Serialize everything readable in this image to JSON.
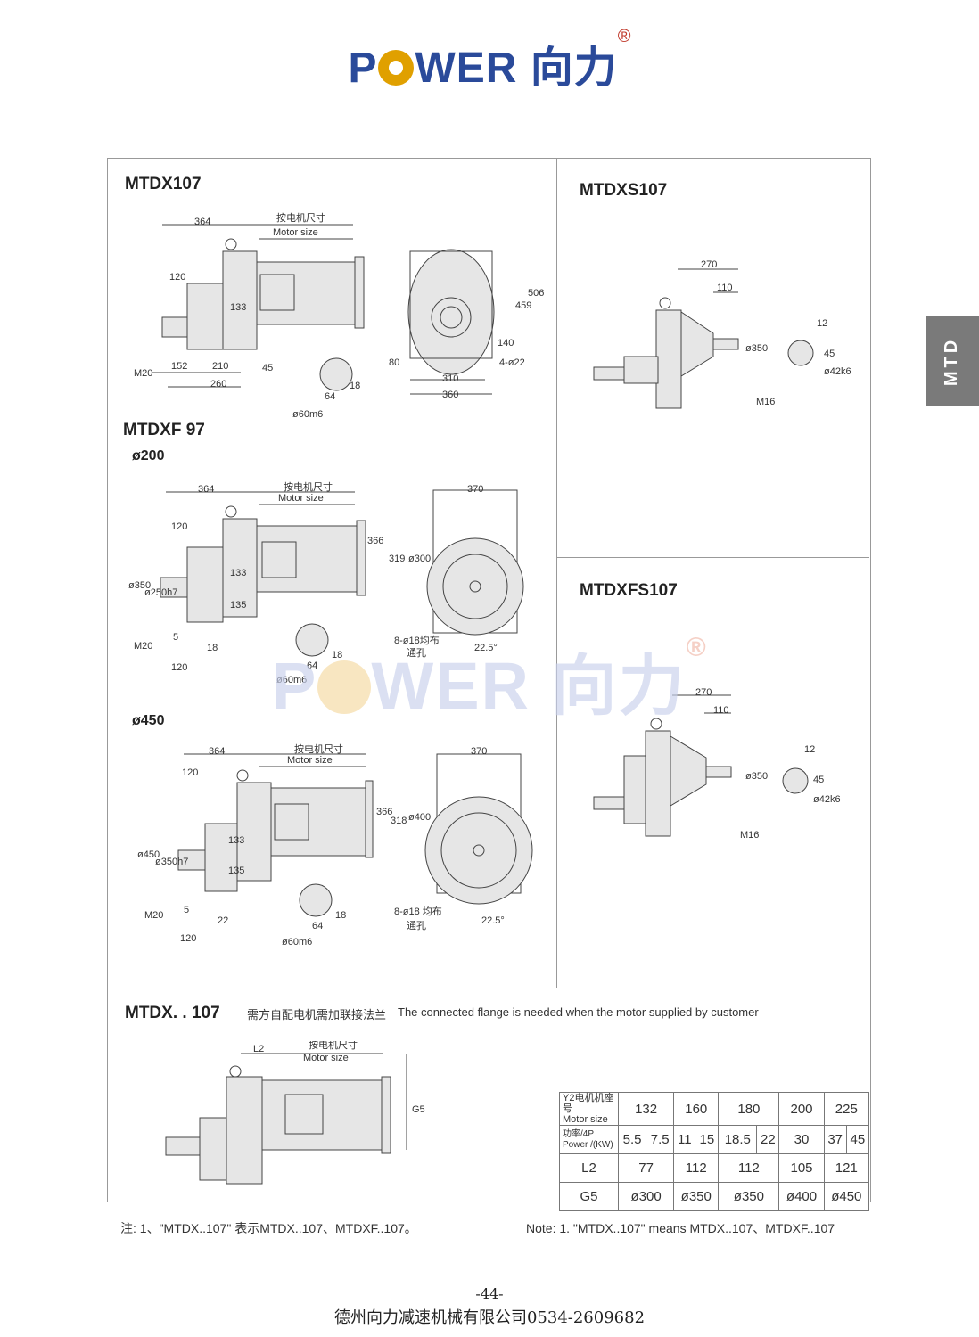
{
  "header": {
    "brand": "POWER",
    "brand_pre": "P",
    "brand_post": "WER",
    "brand_cn": "向力",
    "reg": "®"
  },
  "side_tab": "MTD",
  "sections": {
    "mtdx107": {
      "title": "MTDX107",
      "motor_size_cn": "按电机尺寸",
      "motor_size_en": "Motor size",
      "dims": [
        "364",
        "120",
        "133",
        "M20",
        "152",
        "210",
        "260",
        "45",
        "64",
        "18",
        "ø60m6",
        "80",
        "310",
        "360",
        "459",
        "506",
        "140",
        "4-ø22"
      ]
    },
    "mtdxs107": {
      "title": "MTDXS107",
      "dims": [
        "270",
        "110",
        "12",
        "45",
        "ø350",
        "ø42k6",
        "M16"
      ]
    },
    "mtdxf97": {
      "title": "MTDXF 97",
      "sub200": "ø200",
      "sub450": "ø450",
      "motor_size_cn": "按电机尺寸",
      "motor_size_en": "Motor size",
      "dims200": [
        "364",
        "370",
        "120",
        "133",
        "135",
        "366",
        "319",
        "ø300",
        "ø350",
        "ø250h7",
        "M20",
        "5",
        "18",
        "120",
        "64",
        "18",
        "ø60m6",
        "8-ø18均布",
        "通孔",
        "22.5°"
      ],
      "dims450": [
        "364",
        "370",
        "120",
        "133",
        "135",
        "366",
        "318",
        "ø400",
        "ø450",
        "ø350h7",
        "M20",
        "5",
        "22",
        "120",
        "64",
        "18",
        "ø60m6",
        "8-ø18 均布",
        "通孔",
        "22.5°"
      ]
    },
    "mtdxfs107": {
      "title": "MTDXFS107",
      "dims": [
        "270",
        "110",
        "12",
        "45",
        "ø350",
        "ø42k6",
        "M16"
      ]
    },
    "mtdx_generic": {
      "title": "MTDX. . 107",
      "note_cn": "需方自配电机需加联接法兰",
      "note_en": "The connected flange is needed when the motor supplied by customer",
      "motor_size_cn": "按电机尺寸",
      "motor_size_en": "Motor size",
      "l2": "L2",
      "g5": "G5"
    }
  },
  "spec_table": {
    "row1_label_cn": "Y2电机机座号",
    "row1_label_en": "Motor size",
    "motor_sizes": [
      "132",
      "160",
      "180",
      "200",
      "225"
    ],
    "row2_label_cn": "功率/4P",
    "row2_label_en": "Power /(KW)",
    "powers": [
      "5.5",
      "7.5",
      "11",
      "15",
      "18.5",
      "22",
      "30",
      "37",
      "45"
    ],
    "l2_label": "L2",
    "l2_values": [
      "77",
      "112",
      "112",
      "105",
      "121"
    ],
    "g5_label": "G5",
    "g5_values": [
      "ø300",
      "ø350",
      "ø350",
      "ø400",
      "ø450"
    ]
  },
  "notes": {
    "cn": "注: 1、\"MTDX..107\" 表示MTDX..107、MTDXF..107。",
    "en": "Note: 1. \"MTDX..107\" means MTDX..107、MTDXF..107"
  },
  "footer": {
    "page": "-44-",
    "company": "德州向力减速机械有限公司0534-2609682"
  },
  "watermark": {
    "text_pre": "P",
    "text_post": "WER 向力",
    "reg": "®"
  }
}
